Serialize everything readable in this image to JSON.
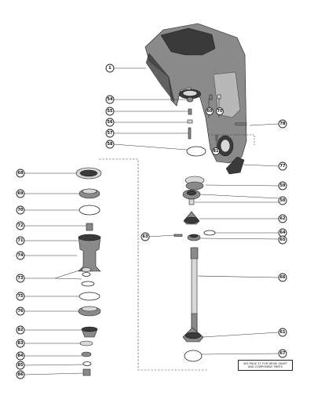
{
  "diagram": {
    "callouts": [
      {
        "id": "housing",
        "label": "1"
      },
      {
        "id": "c54",
        "label": "54"
      },
      {
        "id": "c55",
        "label": "55"
      },
      {
        "id": "c56",
        "label": "56"
      },
      {
        "id": "c57",
        "label": "57"
      },
      {
        "id": "c58",
        "label": "58"
      },
      {
        "id": "c60",
        "label": "60"
      },
      {
        "id": "c70",
        "label": "70"
      },
      {
        "id": "c81",
        "label": "81"
      },
      {
        "id": "c78",
        "label": "78"
      },
      {
        "id": "c77",
        "label": "77"
      },
      {
        "id": "c59",
        "label": "59"
      },
      {
        "id": "c50",
        "label": "50"
      },
      {
        "id": "c62",
        "label": "62"
      },
      {
        "id": "c64",
        "label": "64"
      },
      {
        "id": "c65",
        "label": "65"
      },
      {
        "id": "c63",
        "label": "63"
      },
      {
        "id": "c66",
        "label": "66"
      },
      {
        "id": "c61",
        "label": "61"
      },
      {
        "id": "c67",
        "label": "67"
      },
      {
        "id": "l68",
        "label": "68"
      },
      {
        "id": "l69",
        "label": "69"
      },
      {
        "id": "l70",
        "label": "70"
      },
      {
        "id": "l72",
        "label": "72"
      },
      {
        "id": "l71",
        "label": "71"
      },
      {
        "id": "l74",
        "label": "74"
      },
      {
        "id": "l73",
        "label": "73"
      },
      {
        "id": "l75",
        "label": "75"
      },
      {
        "id": "l76",
        "label": "76"
      },
      {
        "id": "l82",
        "label": "82"
      },
      {
        "id": "l83",
        "label": "83"
      },
      {
        "id": "l84",
        "label": "84"
      },
      {
        "id": "l85",
        "label": "85"
      },
      {
        "id": "l86",
        "label": "86"
      }
    ],
    "note_line1": "SEE PAGE 37 FOR DRIVE SHAFT",
    "note_line2": "AND COMPONENT PARTS"
  }
}
